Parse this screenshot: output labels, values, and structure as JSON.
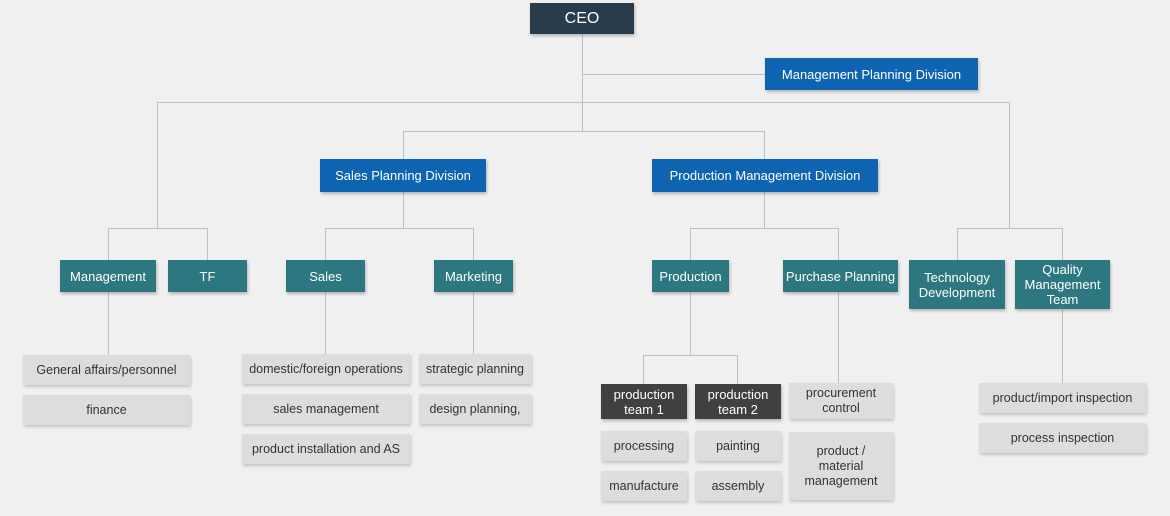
{
  "ceo": "CEO",
  "divisions": {
    "management_planning": "Management Planning Division",
    "sales_planning": "Sales Planning Division",
    "production_management": "Production Management Division"
  },
  "teams": {
    "management": "Management",
    "tf": "TF",
    "sales": "Sales",
    "marketing": "Marketing",
    "production": "Production",
    "purchase_planning": "Purchase Planning",
    "technology_development": "Technology\nDevelopment",
    "quality_management": "Quality\nManagement\nTeam"
  },
  "sub_teams": {
    "production_team_1": "production\nteam 1",
    "production_team_2": "production\nteam 2"
  },
  "tasks": {
    "management": [
      "General affairs/personnel",
      "finance"
    ],
    "sales": [
      "domestic/foreign operations",
      "sales management",
      "product installation and AS"
    ],
    "marketing": [
      "strategic planning",
      "design planning,"
    ],
    "production_team_1": [
      "processing",
      "manufacture"
    ],
    "production_team_2": [
      "painting",
      "assembly"
    ],
    "purchase_planning": [
      "procurement\ncontrol",
      "product /\nmaterial\nmanagement"
    ],
    "quality_management": [
      "product/import inspection",
      "process inspection"
    ]
  },
  "colors": {
    "ceo": "#283c4c",
    "division": "#0e64b0",
    "team": "#2d7880",
    "sub_team": "#404040",
    "task": "#dddddd",
    "connector": "#b5c4c8",
    "background": "#f0f0f0"
  }
}
